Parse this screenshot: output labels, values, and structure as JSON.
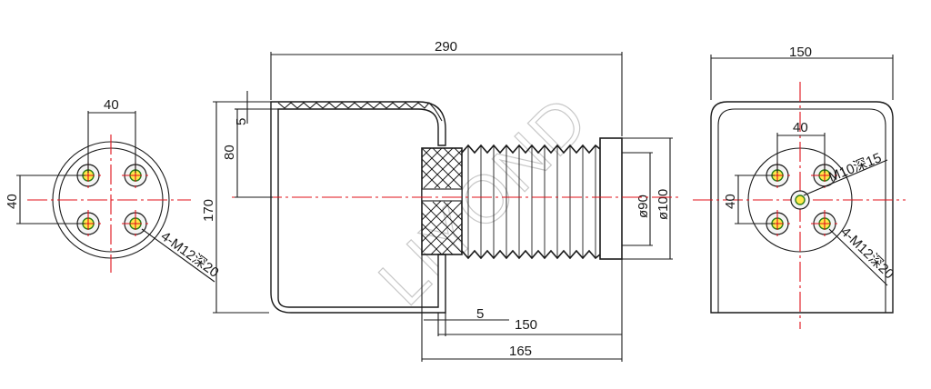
{
  "watermark": "LIYOND",
  "left_view": {
    "dim_hole_spacing_h": "40",
    "dim_hole_spacing_v": "40",
    "thread_note": "4-M12深20"
  },
  "side_view": {
    "dim_total_length": "290",
    "dim_wall": "5",
    "dim_top_offset": "80",
    "dim_height": "170",
    "dim_inner_dia": "ø90",
    "dim_outer_dia": "ø100",
    "dim_base_step": "5",
    "dim_shed_length": "150",
    "dim_bottom_length": "165"
  },
  "right_view": {
    "dim_width": "150",
    "dim_hole_spacing_h": "40",
    "dim_hole_spacing_v": "40",
    "center_thread_note": "M10深15",
    "thread_note": "4-M12深20"
  }
}
